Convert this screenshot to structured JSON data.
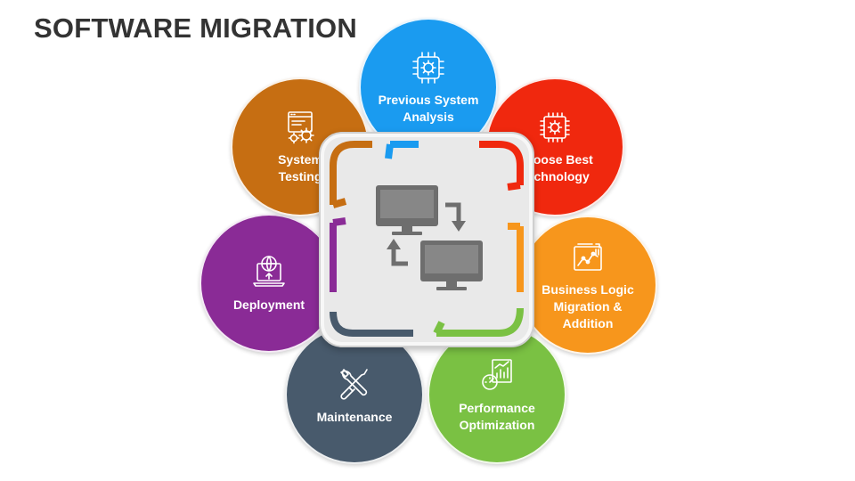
{
  "title": "SOFTWARE MIGRATION",
  "colors": {
    "blue": "#1a9bf0",
    "red": "#f0280e",
    "orange": "#f7961c",
    "green": "#7ac143",
    "slate": "#485a6c",
    "purple": "#8a2b96",
    "brown": "#c66e12",
    "center_icon": "#6e6e6e"
  },
  "steps": [
    {
      "key": "prev",
      "label": "Previous System\nAnalysis",
      "icon": "chip-gear-icon"
    },
    {
      "key": "choose",
      "label": "Choose Best\nTechnology",
      "icon": "chip-gear-icon"
    },
    {
      "key": "biz",
      "label": "Business Logic\nMigration &\nAddition",
      "icon": "analytics-board-icon"
    },
    {
      "key": "perf",
      "label": "Performance\nOptimization",
      "icon": "speedometer-chart-icon"
    },
    {
      "key": "maint",
      "label": "Maintenance",
      "icon": "wrench-screwdriver-icon"
    },
    {
      "key": "deploy",
      "label": "Deployment",
      "icon": "laptop-upload-icon"
    },
    {
      "key": "test",
      "label": "System\nTesting",
      "icon": "window-gears-icon"
    }
  ],
  "center_icon": "computer-migration-icon"
}
